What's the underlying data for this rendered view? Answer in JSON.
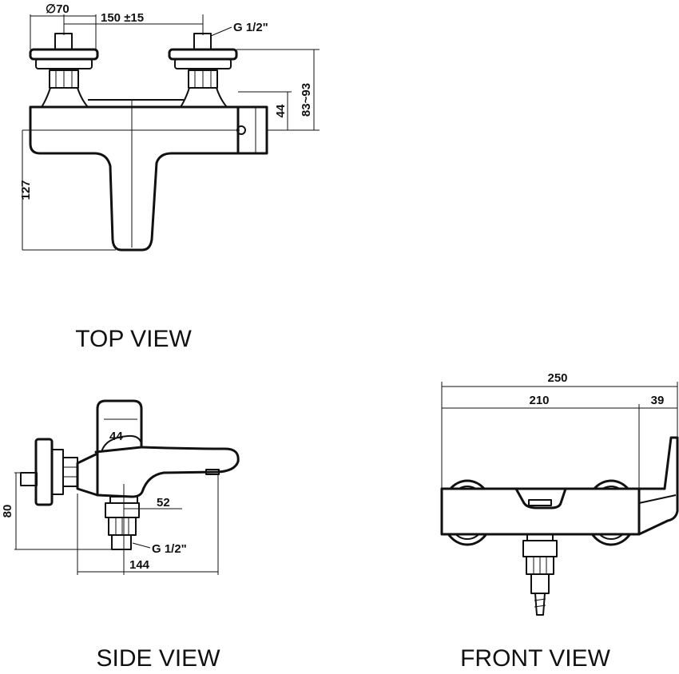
{
  "top_view": {
    "title": "TOP VIEW",
    "dim_diameter": "∅70",
    "dim_spacing": "150 ±15",
    "dim_thread": "G 1/2\"",
    "dim_height_range": "83~93",
    "dim_body": "44",
    "dim_depth": "127"
  },
  "side_view": {
    "title": "SIDE VIEW",
    "dim_handle": "44",
    "dim_offset": "52",
    "dim_height": "80",
    "dim_thread": "G 1/2\"",
    "dim_length": "144"
  },
  "front_view": {
    "title": "FRONT VIEW",
    "dim_overall": "250",
    "dim_body": "210",
    "dim_spout": "39"
  }
}
